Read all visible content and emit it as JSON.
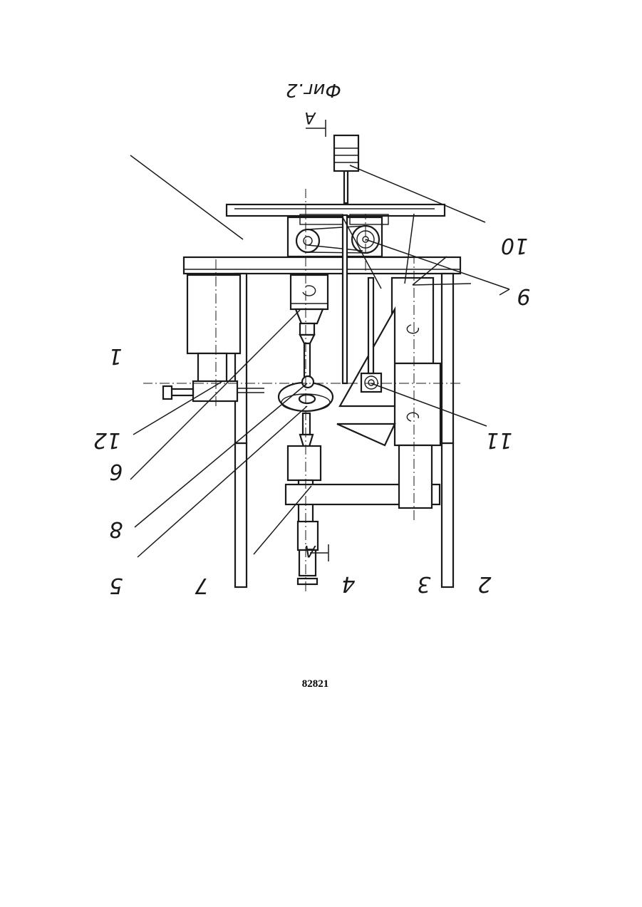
{
  "figure": {
    "caption": "Фиг.2",
    "section_marker": "A",
    "callouts": {
      "c1": "1",
      "c2": "2",
      "c3": "3",
      "c4": "4",
      "c5": "5",
      "c6": "6",
      "c7": "7",
      "c8": "8",
      "c9": "9",
      "c10": "10",
      "c11": "11",
      "c12": "12"
    }
  },
  "document": {
    "number": "82821"
  }
}
